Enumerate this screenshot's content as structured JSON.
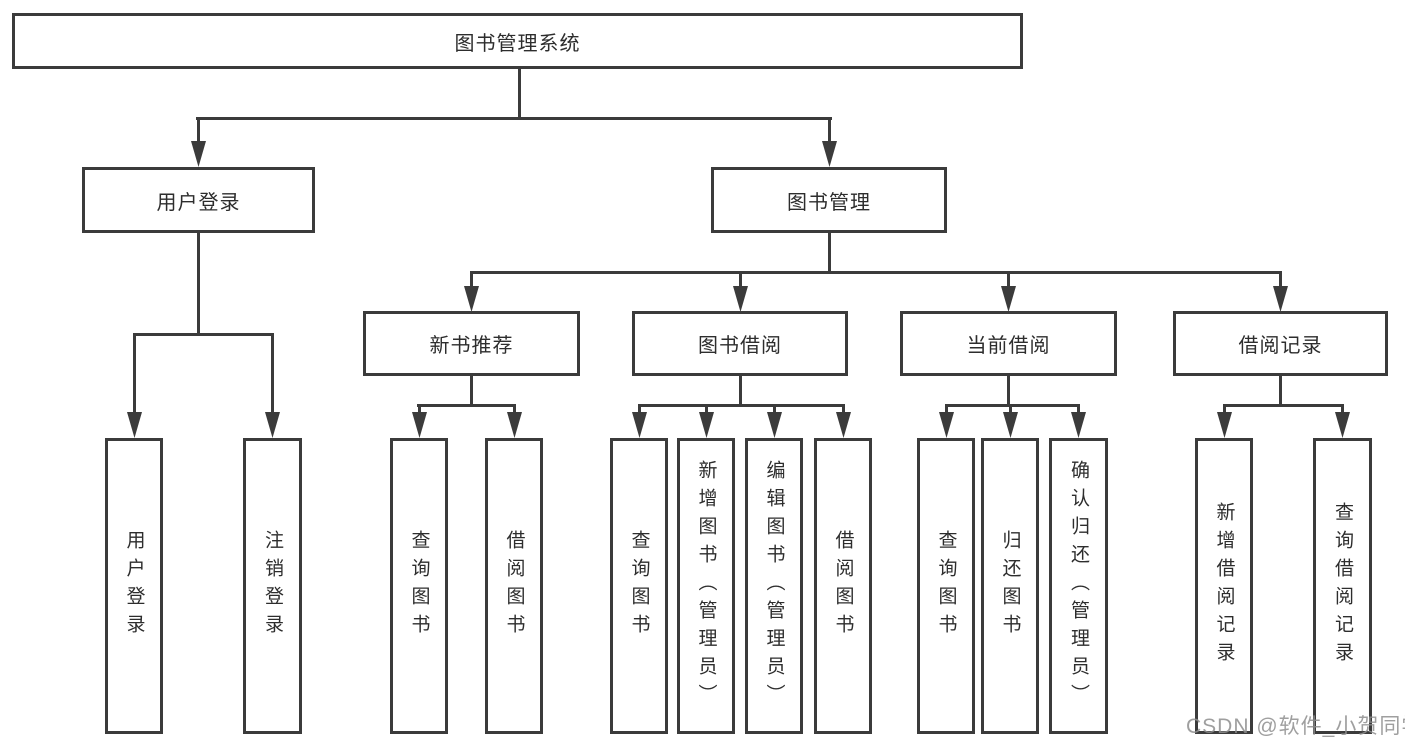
{
  "tree": {
    "root": {
      "label": "图书管理系统"
    },
    "branches": [
      {
        "label": "用户登录",
        "children": [
          {
            "label": "用户登录"
          },
          {
            "label": "注销登录"
          }
        ]
      },
      {
        "label": "图书管理",
        "children": [
          {
            "label": "新书推荐",
            "children": [
              {
                "label": "查询图书"
              },
              {
                "label": "借阅图书"
              }
            ]
          },
          {
            "label": "图书借阅",
            "children": [
              {
                "label": "查询图书"
              },
              {
                "label": "新增图书（管理员）"
              },
              {
                "label": "编辑图书（管理员）"
              },
              {
                "label": "借阅图书"
              }
            ]
          },
          {
            "label": "当前借阅",
            "children": [
              {
                "label": "查询图书"
              },
              {
                "label": "归还图书"
              },
              {
                "label": "确认归还（管理员）"
              }
            ]
          },
          {
            "label": "借阅记录",
            "children": [
              {
                "label": "新增借阅记录"
              },
              {
                "label": "查询借阅记录"
              }
            ]
          }
        ]
      }
    ]
  },
  "watermark": {
    "text": "CSDN @软件_小贺同学"
  },
  "colors": {
    "line": "#3b3b3b",
    "text": "#2d2d2d",
    "watermark": "#8f8f8f",
    "background": "#ffffff"
  }
}
